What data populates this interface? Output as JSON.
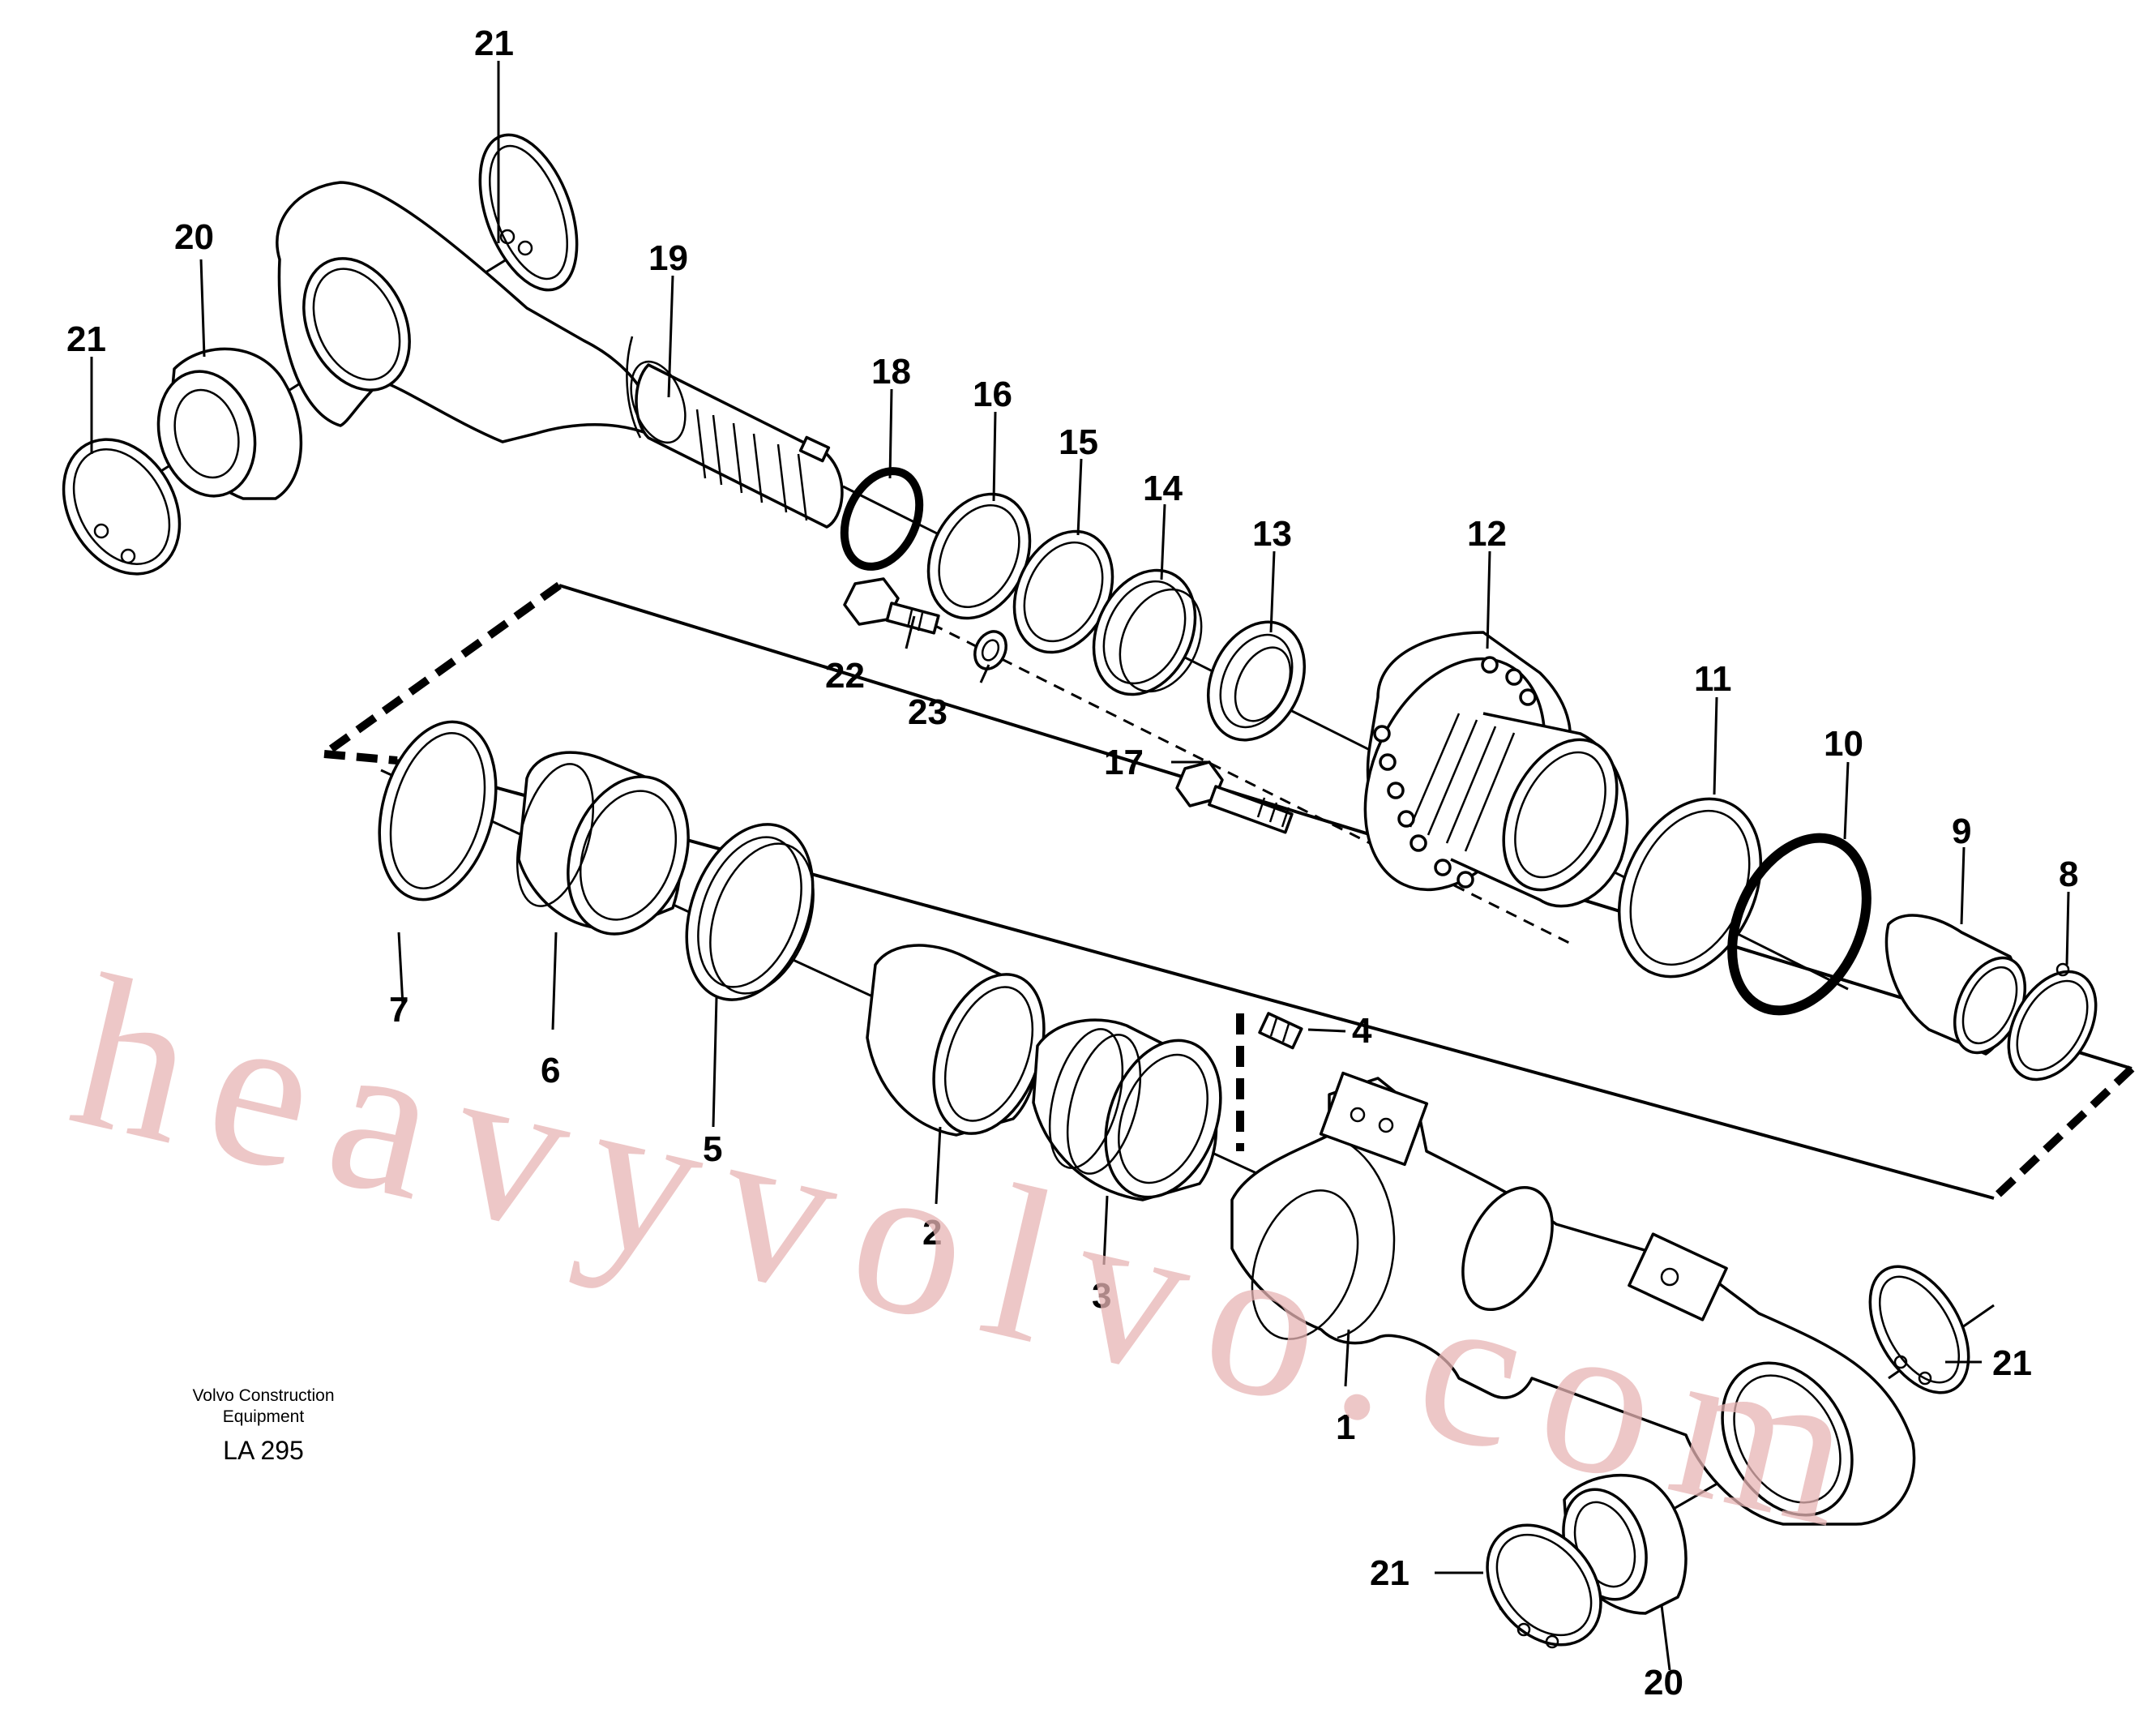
{
  "watermark": "heavyvolvo.com",
  "footer": {
    "company_line1": "Volvo Construction",
    "company_line2": "Equipment",
    "drawing_code": "LA 295"
  },
  "callouts": {
    "c1": "1",
    "c2": "2",
    "c3": "3",
    "c4": "4",
    "c5": "5",
    "c6": "6",
    "c7": "7",
    "c8": "8",
    "c9": "9",
    "c10": "10",
    "c11": "11",
    "c12": "12",
    "c13": "13",
    "c14": "14",
    "c15": "15",
    "c16": "16",
    "c17": "17",
    "c18": "18",
    "c19": "19",
    "c20a": "20",
    "c20b": "20",
    "c21a": "21",
    "c21b": "21",
    "c21c": "21",
    "c21d": "21",
    "c22": "22",
    "c23": "23"
  }
}
